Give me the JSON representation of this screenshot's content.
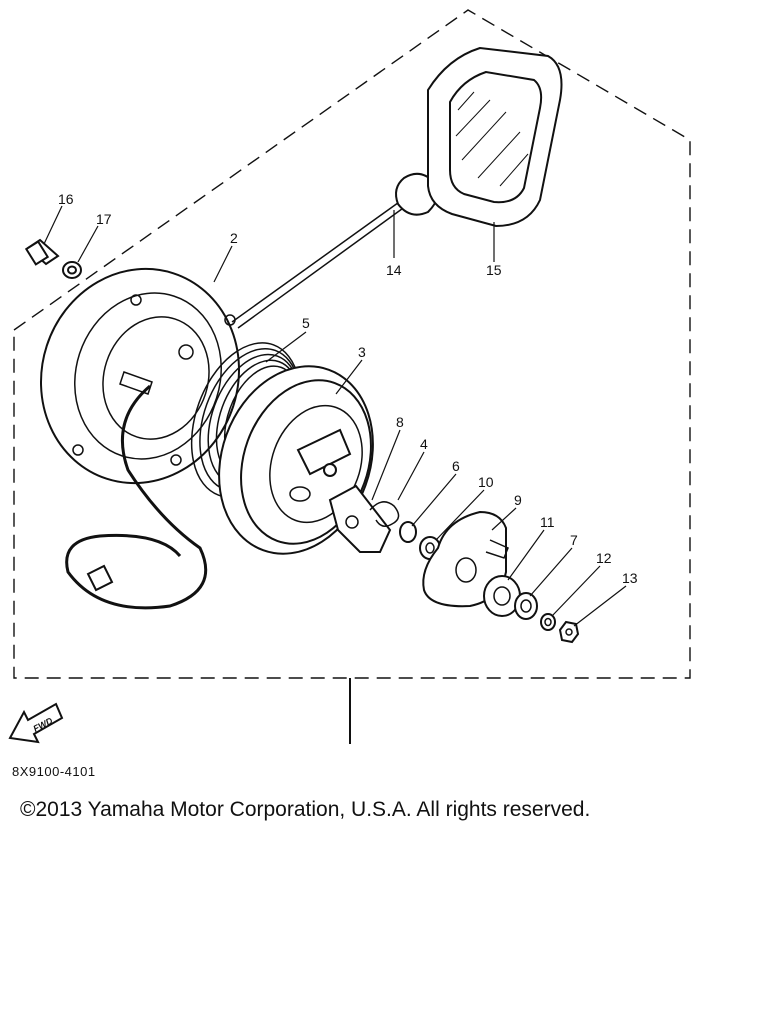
{
  "diagram": {
    "callouts": [
      "16",
      "17",
      "2",
      "14",
      "15",
      "5",
      "3",
      "8",
      "4",
      "6",
      "10",
      "9",
      "11",
      "7",
      "12",
      "13"
    ],
    "fwd_label": "FWD"
  },
  "footer": {
    "code": "8X9100-4101",
    "copyright": "©2013 Yamaha Motor Corporation, U.S.A. All rights reserved."
  }
}
